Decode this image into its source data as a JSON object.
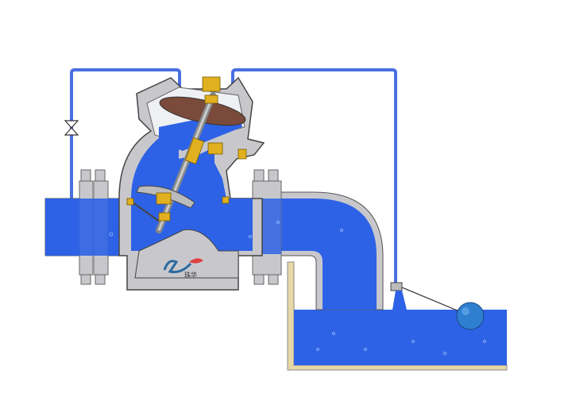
{
  "diagram": {
    "logo_text": "珠华",
    "components": [
      "control-valve",
      "pilot-tube",
      "needle-valve",
      "float-valve",
      "water-tank",
      "inlet-pipe",
      "outlet-elbow"
    ],
    "colors": {
      "water": "#2e62e6",
      "valve_body": "#c8c8cc",
      "diaphragm": "#7a4a3a",
      "brass": "#e0b020",
      "tube": "#4a6fe0",
      "tank_wall": "#e8d8a8",
      "float": "#2f7fd0"
    }
  }
}
